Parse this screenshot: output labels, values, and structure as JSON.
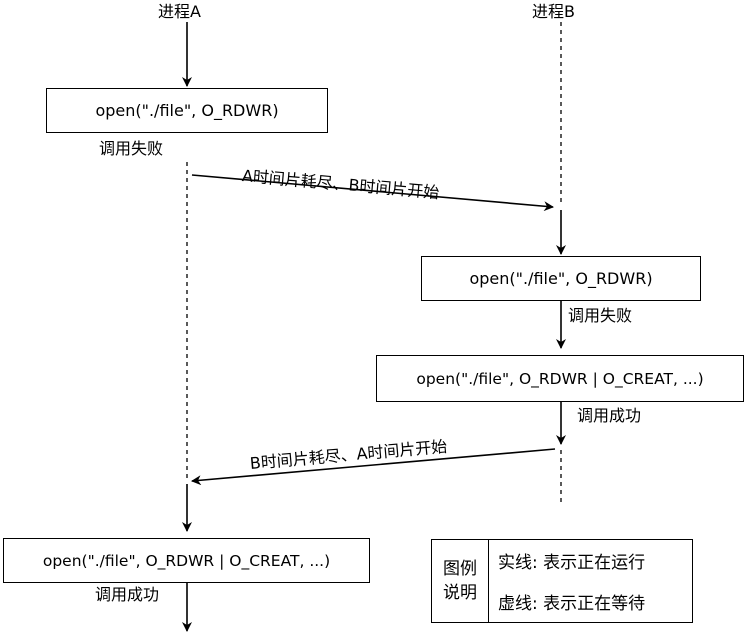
{
  "processes": {
    "a": "进程A",
    "b": "进程B"
  },
  "boxes": {
    "a_open_rdwr": "open(\"./file\", O_RDWR)",
    "b_open_rdwr": "open(\"./file\", O_RDWR)",
    "b_open_creat": "open(\"./file\", O_RDWR | O_CREAT, ...)",
    "a_open_creat": "open(\"./file\", O_RDWR | O_CREAT, ...)"
  },
  "labels": {
    "a_fail": "调用失败",
    "b_fail": "调用失败",
    "b_success": "调用成功",
    "a_success": "调用成功",
    "switch_a_to_b": "A时间片耗尽、B时间片开始",
    "switch_b_to_a": "B时间片耗尽、A时间片开始"
  },
  "legend": {
    "title_line1": "图例",
    "title_line2": "说明",
    "solid": "实线: 表示正在运行",
    "dashed": "虚线: 表示正在等待"
  }
}
